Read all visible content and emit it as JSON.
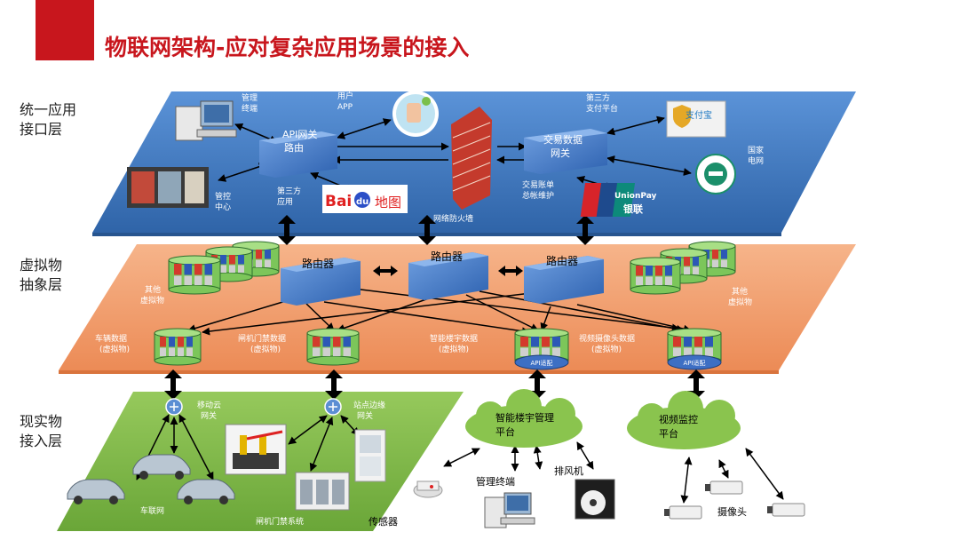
{
  "title": "物联网架构-应对复杂应用场景的接入",
  "layers": {
    "api_label": [
      "统一应用",
      "接口层"
    ],
    "virtual_label": [
      "虚拟物",
      "抽象层"
    ],
    "physical_label": [
      "现实物",
      "接入层"
    ]
  },
  "api_layer": {
    "mgmt_terminal": [
      "管理",
      "终端"
    ],
    "user_app": [
      "用户",
      "APP"
    ],
    "third_pay": [
      "第三方",
      "支付平台"
    ],
    "api_gateway": [
      "API网关",
      "路由"
    ],
    "trade_gateway": [
      "交易数据",
      "网关"
    ],
    "national_grid": [
      "国家",
      "电网"
    ],
    "control_center": [
      "管控",
      "中心"
    ],
    "third_app": [
      "第三方",
      "应用"
    ],
    "firewall": "网络防火墙",
    "trade_bill": [
      "交易账单",
      "总帐维护"
    ],
    "baidu_text": "Bai",
    "baidu_du": "du",
    "baidu_map": "地图",
    "alipay_text": "支付宝",
    "unionpay_text": "UnionPay",
    "unionpay_cn": "银联"
  },
  "virtual_layer": {
    "routers": [
      "路由器",
      "路由器",
      "路由器"
    ],
    "other_left": [
      "其他",
      "虚拟物"
    ],
    "other_right": [
      "其他",
      "虚拟物"
    ],
    "vehicle": [
      "车辆数据",
      "(虚拟物)"
    ],
    "gate": [
      "闸机门禁数据",
      "(虚拟物)"
    ],
    "building": [
      "智能楼宇数据",
      "(虚拟物)"
    ],
    "camera": [
      "视频摄像头数据",
      "(虚拟物)"
    ],
    "api_adapter": "API适配"
  },
  "physical_layer": {
    "mobile_gateway": [
      "移动云",
      "网关"
    ],
    "edge_gateway": [
      "站点边缘",
      "网关"
    ],
    "building_platform": [
      "智能楼宇管理",
      "平台"
    ],
    "video_platform": [
      "视频监控",
      "平台"
    ],
    "car_network": "车联网",
    "gate_system": "闸机门禁系统",
    "sensor": "传感器",
    "mgmt_terminal": "管理终端",
    "exhaust_fan": "排风机",
    "camera": "摄像头"
  },
  "colors": {
    "accent_red": "#c8161d",
    "api_plane": "#3f78c0",
    "virtual_plane": "#f0a274",
    "physical_plane": "#80b84a",
    "cloud": "#8ac44e",
    "router_box": "#4a7fcb"
  }
}
